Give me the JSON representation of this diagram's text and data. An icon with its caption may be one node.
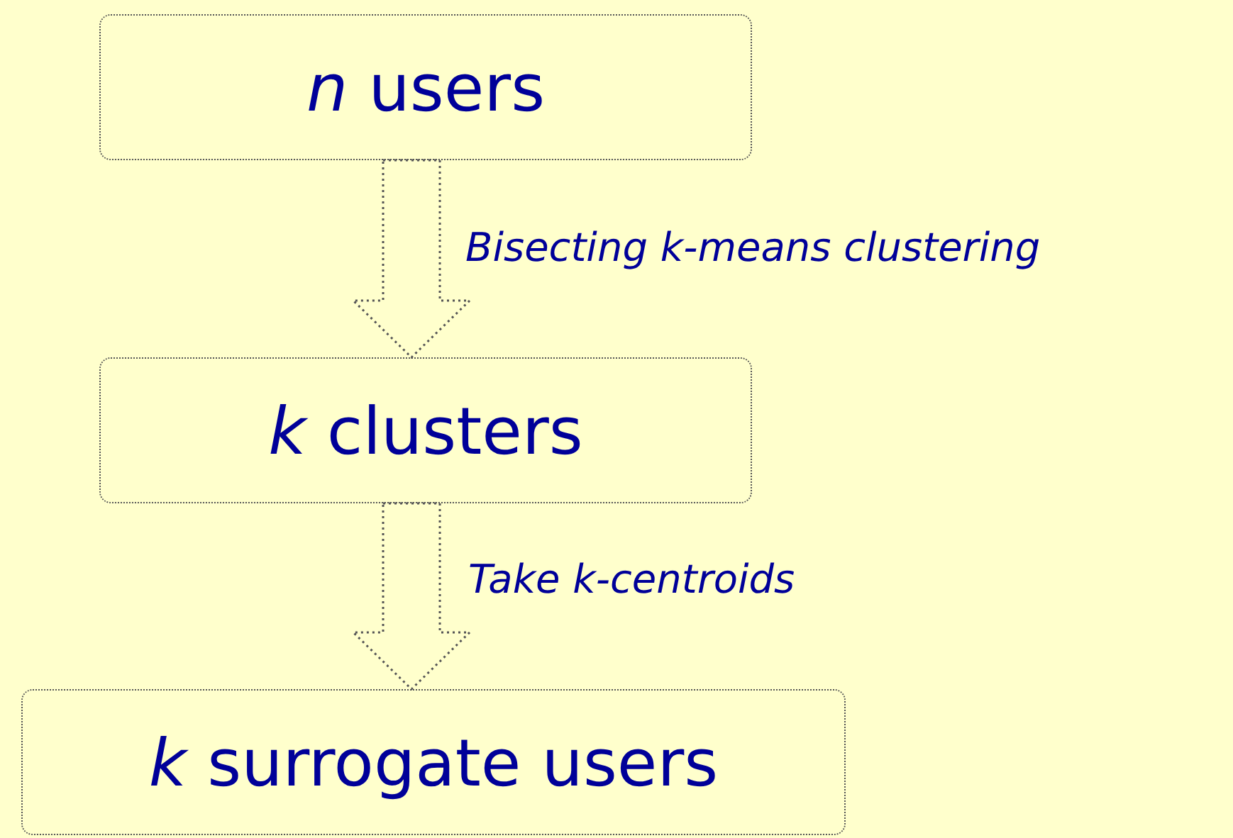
{
  "diagram": {
    "nodes": [
      {
        "text": [
          "*n* users"
        ]
      },
      {
        "text": [
          "*k* clusters"
        ]
      },
      {
        "text": [
          "*k* surrogate users"
        ]
      }
    ],
    "edges": [
      {
        "from": 0,
        "to": 1,
        "arrow": "to",
        "label": "Bisecting k-means clustering"
      },
      {
        "from": 1,
        "to": 2,
        "arrow": "to",
        "label": "Take k-centroids"
      }
    ]
  }
}
